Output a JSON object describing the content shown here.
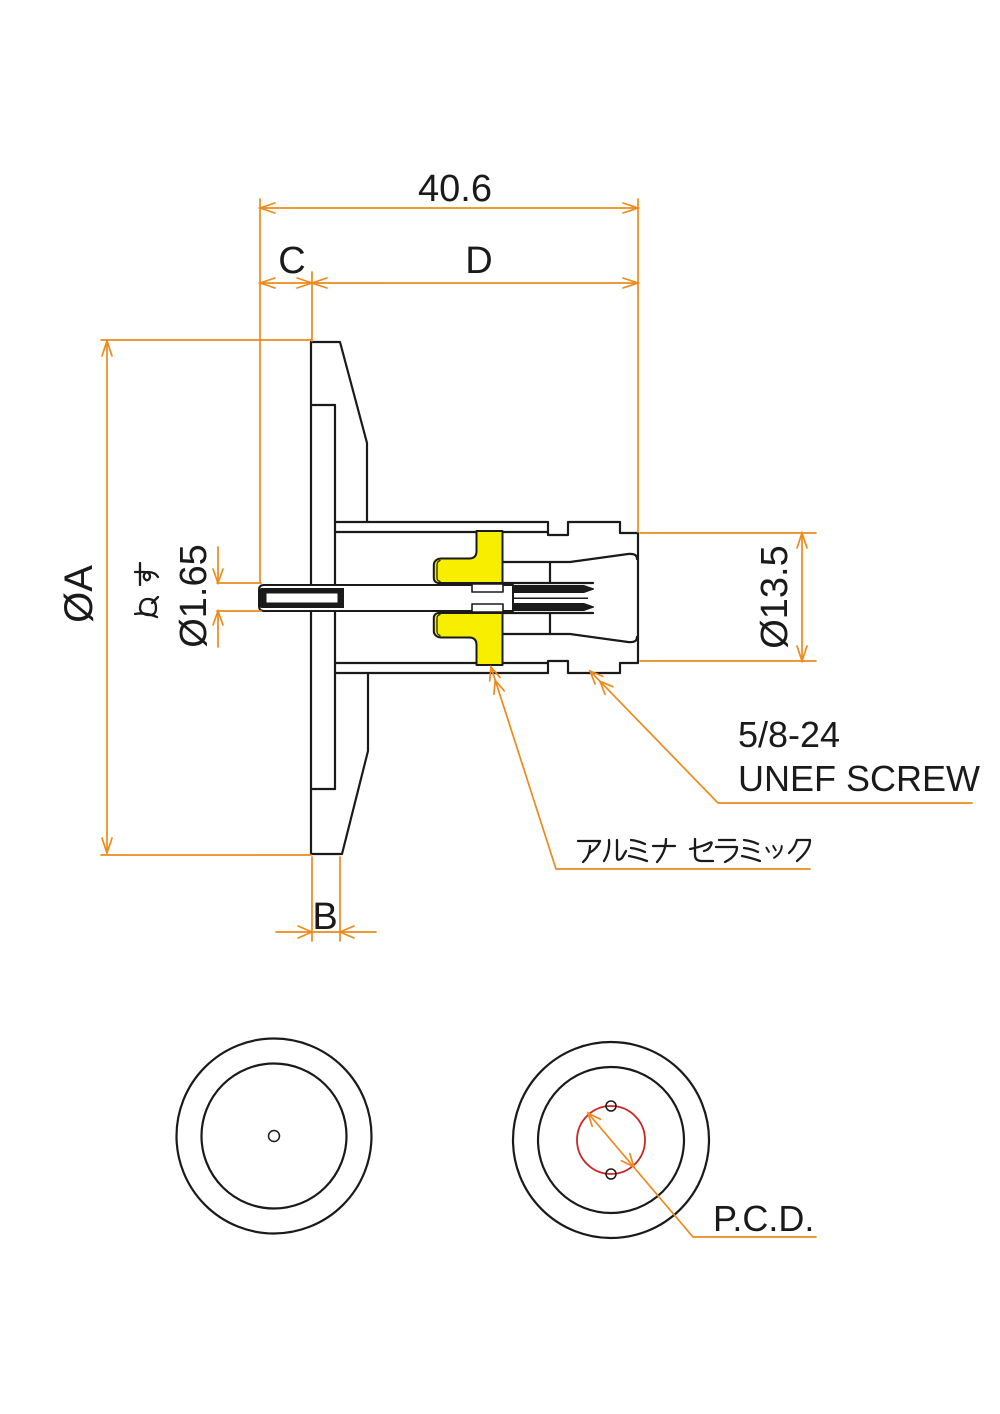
{
  "drawing": {
    "dimensions": {
      "overall_length": "40.6",
      "dim_c": "C",
      "dim_d": "D",
      "flange_dia": "ØA",
      "contact_type": "めす",
      "pin_dia": "Ø1.65",
      "flange_lip": "B",
      "connector_dia": "Ø13.5"
    },
    "callouts": {
      "screw_spec_line1": "5/8-24",
      "screw_spec_line2": "UNEF SCREW",
      "insulator": "アルミナ セラミック",
      "pcd": "P.C.D."
    },
    "colors": {
      "dimension_line": "#EC8B1C",
      "outline": "#1A1A1A",
      "insulator_fill": "#F7EE00",
      "pcd_circle": "#CC2525",
      "background": "#FFFFFF"
    }
  }
}
